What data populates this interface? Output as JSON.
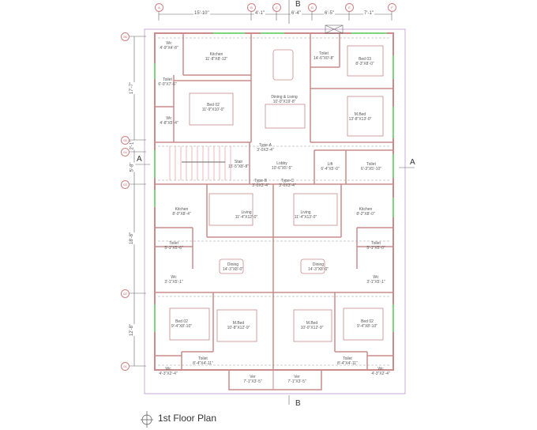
{
  "drawing": {
    "title": "1st Floor Plan",
    "section_marks": {
      "top": "B",
      "bottom": "B",
      "left": "A",
      "right": "A"
    }
  },
  "grid": {
    "columns": [
      "A",
      "B",
      "C",
      "D",
      "E",
      "F"
    ],
    "rows": [
      "06",
      "05",
      "04",
      "03",
      "02",
      "01"
    ]
  },
  "dimensions": {
    "horizontal": [
      "15'-10\"",
      "4'-1\"",
      "6'-4\"",
      "6'-5\"",
      "7'-1\""
    ],
    "vertical": [
      "17'-7\"",
      "2'-1\"",
      "5'-8\"",
      "18'-8\"",
      "12'-8\""
    ]
  },
  "rooms": {
    "wc_top_left": {
      "name": "Wc",
      "size": "4'-9\"X4'-8\""
    },
    "kitchen_top": {
      "name": "Kitchen",
      "size": "11'-8\"X8'-12\""
    },
    "toilet_top_left": {
      "name": "Toilet",
      "size": "6'-0\"X7'-6\""
    },
    "bed02_top": {
      "name": "Bed 02",
      "size": "11'-9\"X10'-0\""
    },
    "wc_mid_left": {
      "name": "Wc",
      "size": "4'-8\"X5'-4\""
    },
    "dining_living_top": {
      "name": "Dining & Living",
      "size": "10'-0\"X19'-8\""
    },
    "toilet_top_right": {
      "name": "Toilet",
      "size": "14'-6\"X0'-8\""
    },
    "bed03_top": {
      "name": "Bed 03",
      "size": "8'-3\"X8'-0\""
    },
    "mbed_top": {
      "name": "M.Bed",
      "size": "13'-8\"X13'-0\""
    },
    "stair": {
      "name": "Stair",
      "size": "15'-5\"X8'-8\""
    },
    "type_a": {
      "name": "Type-A",
      "size": "3'-0X3'-4\""
    },
    "lobby": {
      "name": "Lobby",
      "size": "10'-6\"X5'-5\""
    },
    "lift": {
      "name": "Lift",
      "size": "6'-4\"X5'-0\""
    },
    "toilet_mid_right": {
      "name": "Toilet",
      "size": "6'-3\"X5'-10\""
    },
    "type_b": {
      "name": "Type-B",
      "size": "3'-0X3'-4\""
    },
    "type_c": {
      "name": "Type-C",
      "size": "3'-0X3'-4\""
    },
    "kitchen_left": {
      "name": "Kitchen",
      "size": "8'-0\"X8'-4\""
    },
    "living_left": {
      "name": "Living",
      "size": "11'-4\"X12'-0\""
    },
    "living_right": {
      "name": "Living",
      "size": "11'-4\"X13'-0\""
    },
    "kitchen_right": {
      "name": "Kitchen",
      "size": "8'-2\"X8'-0\""
    },
    "toilet_left": {
      "name": "Toilet",
      "size": "5'-1\"X5'-6\""
    },
    "toilet_right": {
      "name": "Toilet",
      "size": "5'-1\"X5'-0\""
    },
    "dining_left": {
      "name": "Dining",
      "size": "14'-3\"X8'-0\""
    },
    "dining_right": {
      "name": "Dining",
      "size": "14'-3\"X8'-0\""
    },
    "wc_left": {
      "name": "Wc",
      "size": "3'-1\"X5'-1\""
    },
    "wc_right": {
      "name": "Wc",
      "size": "3'-1\"X5'-1\""
    },
    "bed02_left": {
      "name": "Bed 02",
      "size": "9'-4\"X8'-10\""
    },
    "mbed_left": {
      "name": "M.Bed",
      "size": "10'-8\"X12'-9\""
    },
    "mbed_right": {
      "name": "M.Bed",
      "size": "10'-0\"X12'-9\""
    },
    "bed02_right": {
      "name": "Bed 02",
      "size": "9'-4\"X8'-10\""
    },
    "toilet_bot_left": {
      "name": "Toilet",
      "size": "8'-4\"X4'-11\""
    },
    "toilet_bot_right": {
      "name": "Toilet",
      "size": "8'-4\"X4'-11\""
    },
    "wc_bot_left": {
      "name": "Wc",
      "size": "4'-3\"X2'-4\""
    },
    "wc_bot_right": {
      "name": "Wc",
      "size": "4'-3\"X2'-4\""
    },
    "ver_left": {
      "name": "Ver",
      "size": "7'-1\"X3'-5\""
    },
    "ver_right": {
      "name": "Ver",
      "size": "7'-1\"X3'-5\""
    }
  },
  "colors": {
    "wall": "#c98b8b",
    "wall_fill": "#e7c9c9",
    "window": "#7fd47f",
    "frame": "#c8a8d8",
    "dim_line": "#666666",
    "glass_blue": "#8aa0e0"
  }
}
